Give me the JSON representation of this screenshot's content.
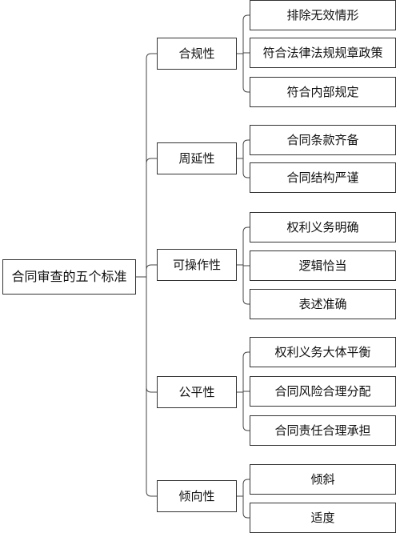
{
  "root": {
    "label": "合同审查的五个标准"
  },
  "categories": [
    {
      "label": "合规性",
      "items": [
        "排除无效情形",
        "符合法律法规规章政策",
        "符合内部规定"
      ]
    },
    {
      "label": "周延性",
      "items": [
        "合同条款齐备",
        "合同结构严谨"
      ]
    },
    {
      "label": "可操作性",
      "items": [
        "权利义务明确",
        "逻辑恰当",
        "表述准确"
      ]
    },
    {
      "label": "公平性",
      "items": [
        "权利义务大体平衡",
        "合同风险合理分配",
        "合同责任合理承担"
      ]
    },
    {
      "label": "倾向性",
      "items": [
        "倾斜",
        "适度"
      ]
    }
  ]
}
